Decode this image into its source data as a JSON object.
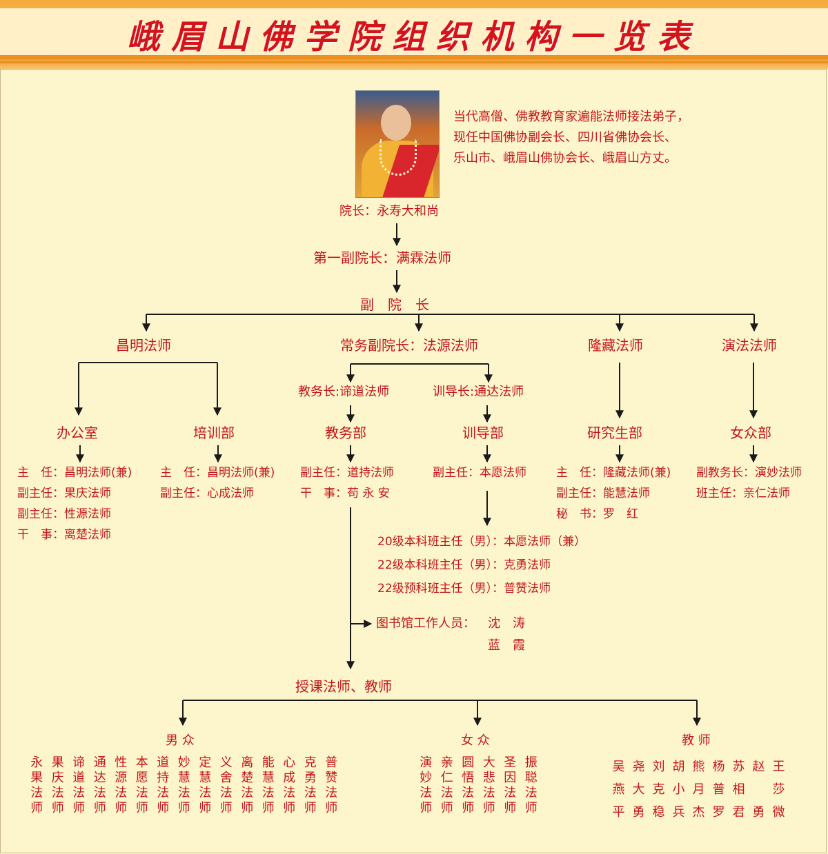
{
  "title": "峨眉山佛学院组织机构一览表",
  "colors": {
    "header_orange": "#f4ac3c",
    "background": "#fdf6cc",
    "text_red": "#c4161c",
    "lines": "#1a1a1a"
  },
  "leader": {
    "bio": [
      "当代高僧、佛教教育家遍能法师接法弟子，",
      "现任中国佛协副会长、四川省佛协会长、",
      "乐山市、峨眉山佛协会长、峨眉山方丈。"
    ],
    "title": "院长：永寿大和尚"
  },
  "first_vice": "第一副院长：满霖法师",
  "vice_header": "副　院　长",
  "vice": {
    "changming": "昌明法师",
    "executive": "常务副院长：法源法师",
    "longzang": "隆藏法师",
    "yanfa": "演法法师"
  },
  "deans": {
    "academic": "教务长:谛道法师",
    "discipline": "训导长:通达法师"
  },
  "departments": {
    "office": "办公室",
    "training": "培训部",
    "academic": "教务部",
    "discipline": "训导部",
    "graduate": "研究生部",
    "female": "女众部"
  },
  "staff": {
    "office": [
      "主　任：昌明法师(兼)",
      "副主任：果庆法师",
      "副主任：性源法师",
      "干　事：离楚法师"
    ],
    "training": [
      "主　任：昌明法师(兼)",
      "副主任：心成法师"
    ],
    "academic": [
      "副主任：道持法师",
      "干　事：苟 永 安"
    ],
    "discipline": [
      "副主任：本愿法师"
    ],
    "graduate": [
      "主　任：隆藏法师(兼)",
      "副主任：能慧法师",
      "秘　书：罗　红"
    ],
    "female": [
      "副教务长：演妙法师",
      "班主任：亲仁法师"
    ]
  },
  "class_heads": [
    "20级本科班主任（男）：本愿法师（兼）",
    "22级本科班主任（男）：克勇法师",
    "22级预科班主任（男）：普赞法师"
  ],
  "library": {
    "label": "图书馆工作人员：",
    "names": [
      "沈　涛",
      "蓝　霞"
    ]
  },
  "teachers_header": "授课法师、教师",
  "groups": {
    "male": {
      "label": "男 众",
      "names": [
        "永果法师",
        "果庆法师",
        "谛道法师",
        "通达法师",
        "性源法师",
        "本愿法师",
        "道持法师",
        "妙慧法师",
        "定慧法师",
        "义舍法师",
        "离楚法师",
        "能慧法师",
        "心成法师",
        "克勇法师",
        "普赞法师"
      ]
    },
    "female": {
      "label": "女 众",
      "names": [
        "演妙法师",
        "亲仁法师",
        "圆悟法师",
        "大悲法师",
        "圣因法师",
        "振聪法师"
      ]
    },
    "teachers": {
      "label": "教 师",
      "names": [
        "吴燕平",
        "尧大勇",
        "刘克稳",
        "胡小兵",
        "熊月杰",
        "杨普罗",
        "苏相君",
        "赵勇",
        "王莎微"
      ]
    }
  }
}
